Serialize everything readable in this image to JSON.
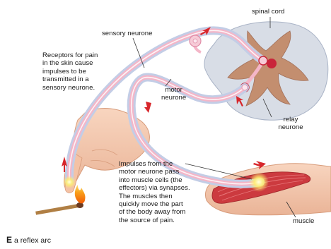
{
  "labels": {
    "spinal_cord": "spinal cord",
    "sensory_neurone": "sensory neurone",
    "receptors": [
      "Receptors for pain",
      "in the skin cause",
      "impulses to be",
      "transmitted in a",
      "sensory neurone."
    ],
    "motor_neurone": [
      "motor",
      "neurone"
    ],
    "relay_neurone": [
      "relay",
      "neurone"
    ],
    "impulses": [
      "Impulses from the",
      "motor neurone pass",
      "into muscle cells (the",
      "effectors) via synapses.",
      "The muscles then",
      "quickly move the part",
      "of the body away from",
      "the source of pain."
    ],
    "muscle": "muscle"
  },
  "caption": {
    "letter": "E",
    "text": "a reflex arc"
  },
  "colors": {
    "nerve_pink": "#f4b6c8",
    "nerve_core": "#fdf3f6",
    "sheath_blue": "#c3cde6",
    "grey_matter": "#c38e6f",
    "white_matter": "#d8dde6",
    "arrow_red": "#d7262b",
    "muscle_red": "#cc3a3f",
    "skin": "#f5cab1"
  }
}
